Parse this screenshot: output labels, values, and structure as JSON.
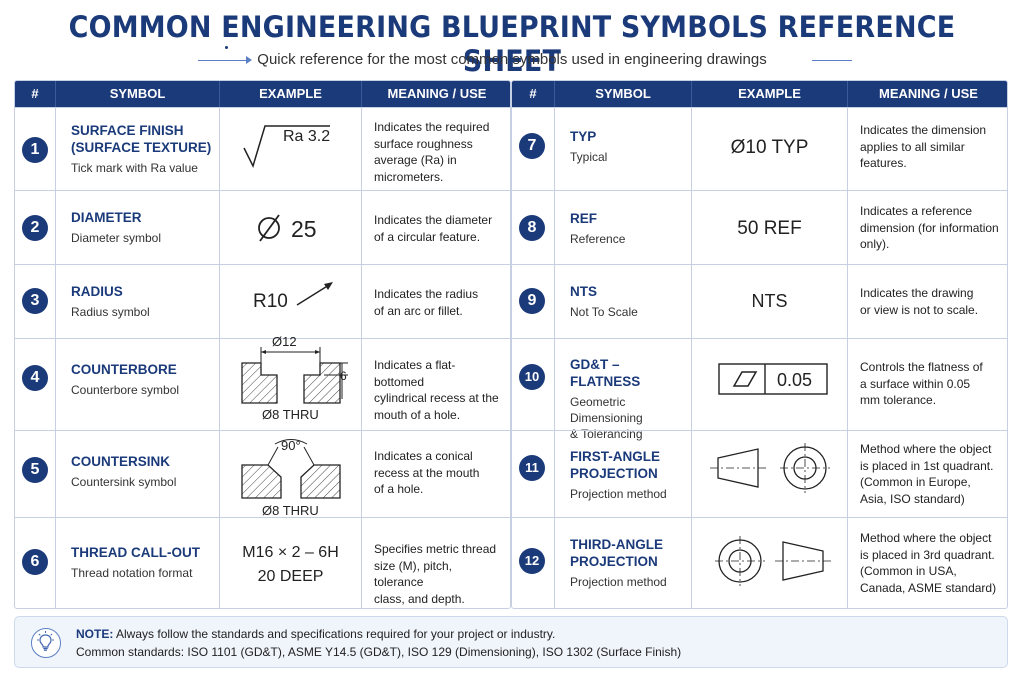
{
  "title": "COMMON ENGINEERING BLUEPRINT SYMBOLS REFERENCE SHEET",
  "subtitle": "Quick reference for the most common symbols used in engineering drawings",
  "headers": [
    "#",
    "SYMBOL",
    "EXAMPLE",
    "MEANING / USE"
  ],
  "rows": [
    {
      "num": "1",
      "name1": "SURFACE FINISH",
      "name2": "(SURFACE TEXTURE)",
      "desc": "Tick mark with Ra value",
      "example": "Ra 3.2",
      "meaning": [
        "Indicates the required",
        "surface roughness",
        "average (Ra) in",
        "micrometers."
      ]
    },
    {
      "num": "2",
      "name1": "DIAMETER",
      "desc": "Diameter symbol",
      "example": "25",
      "meaning": [
        "Indicates the diameter",
        "of a circular feature."
      ]
    },
    {
      "num": "3",
      "name1": "RADIUS",
      "desc": "Radius symbol",
      "example": "R10",
      "meaning": [
        "Indicates the radius",
        "of an arc or fillet."
      ]
    },
    {
      "num": "4",
      "name1": "COUNTERBORE",
      "desc": "Counterbore symbol",
      "example_top": "Ø12",
      "example_side": "6",
      "example_bottom": "Ø8 THRU",
      "meaning": [
        "Indicates a flat-bottomed",
        "cylindrical recess at the",
        "mouth of a hole."
      ]
    },
    {
      "num": "5",
      "name1": "COUNTERSINK",
      "desc": "Countersink symbol",
      "example_top": "90°",
      "example_bottom": "Ø8 THRU",
      "meaning": [
        "Indicates a conical",
        "recess at the mouth",
        "of a hole."
      ]
    },
    {
      "num": "6",
      "name1": "THREAD CALL-OUT",
      "desc": "Thread notation format",
      "example_line1": "M16 × 2 – 6H",
      "example_line2": "20 DEEP",
      "meaning": [
        "Specifies metric thread",
        "size (M), pitch, tolerance",
        "class, and depth."
      ]
    },
    {
      "num": "7",
      "name1": "TYP",
      "desc": "Typical",
      "example": "Ø10 TYP",
      "meaning": [
        "Indicates the dimension",
        "applies to all similar",
        "features."
      ]
    },
    {
      "num": "8",
      "name1": "REF",
      "desc": "Reference",
      "example": "50 REF",
      "meaning": [
        "Indicates a reference",
        "dimension (for information",
        "only)."
      ]
    },
    {
      "num": "9",
      "name1": "NTS",
      "desc": "Not To Scale",
      "example": "NTS",
      "meaning": [
        "Indicates the drawing",
        "or view is not to scale."
      ]
    },
    {
      "num": "10",
      "name1": "GD&T – FLATNESS",
      "desc": "Geometric Dimensioning",
      "desc2": "& Tolerancing",
      "example": "0.05",
      "meaning": [
        "Controls the flatness of",
        "a surface within 0.05",
        "mm tolerance."
      ]
    },
    {
      "num": "11",
      "name1": "FIRST-ANGLE",
      "name2": "PROJECTION",
      "desc": "Projection method",
      "meaning": [
        "Method where the object",
        "is placed in 1st quadrant.",
        "(Common in Europe,",
        "Asia, ISO standard)"
      ]
    },
    {
      "num": "12",
      "name1": "THIRD-ANGLE",
      "name2": "PROJECTION",
      "desc": "Projection method",
      "meaning": [
        "Method where the object",
        "is placed in 3rd quadrant.",
        "(Common in USA,",
        "Canada, ASME standard)"
      ]
    }
  ],
  "note": {
    "label": "NOTE:",
    "text": "Always follow the standards and specifications required for your project or industry.",
    "line2": "Common standards: ISO 1101 (GD&T), ASME Y14.5 (GD&T), ISO 129 (Dimensioning), ISO 1302 (Surface Finish)"
  },
  "colors": {
    "accent": "#1b3a7a",
    "border": "#c7d0e2",
    "note_bg": "#f0f4fb"
  },
  "icons": {
    "note": "lightbulb-icon"
  }
}
